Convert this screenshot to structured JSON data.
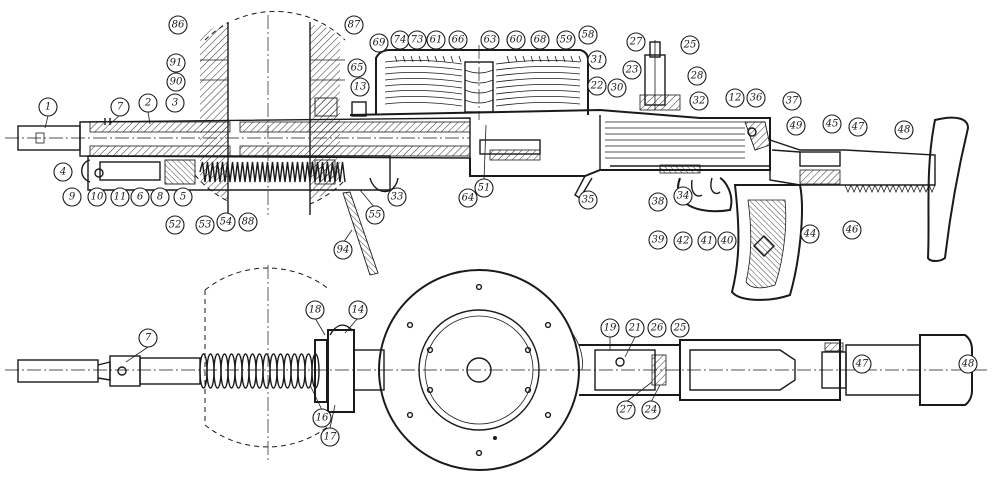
{
  "diagram": {
    "top_view_labels": [
      "1",
      "7",
      "2",
      "3",
      "4",
      "9",
      "10",
      "11",
      "6",
      "8",
      "5",
      "52",
      "53",
      "54",
      "88",
      "86",
      "91",
      "90",
      "87",
      "69",
      "74",
      "73",
      "61",
      "66",
      "63",
      "60",
      "68",
      "59",
      "58",
      "65",
      "13",
      "55",
      "33",
      "64",
      "51",
      "94",
      "31",
      "22",
      "30",
      "27",
      "25",
      "23",
      "28",
      "32",
      "12",
      "36",
      "37",
      "49",
      "45",
      "47",
      "48",
      "35",
      "38",
      "34",
      "39",
      "42",
      "41",
      "40",
      "44",
      "46"
    ],
    "bottom_view_labels": [
      "7",
      "18",
      "14",
      "16",
      "17",
      "19",
      "21",
      "26",
      "25",
      "27",
      "24",
      "47",
      "48"
    ]
  }
}
